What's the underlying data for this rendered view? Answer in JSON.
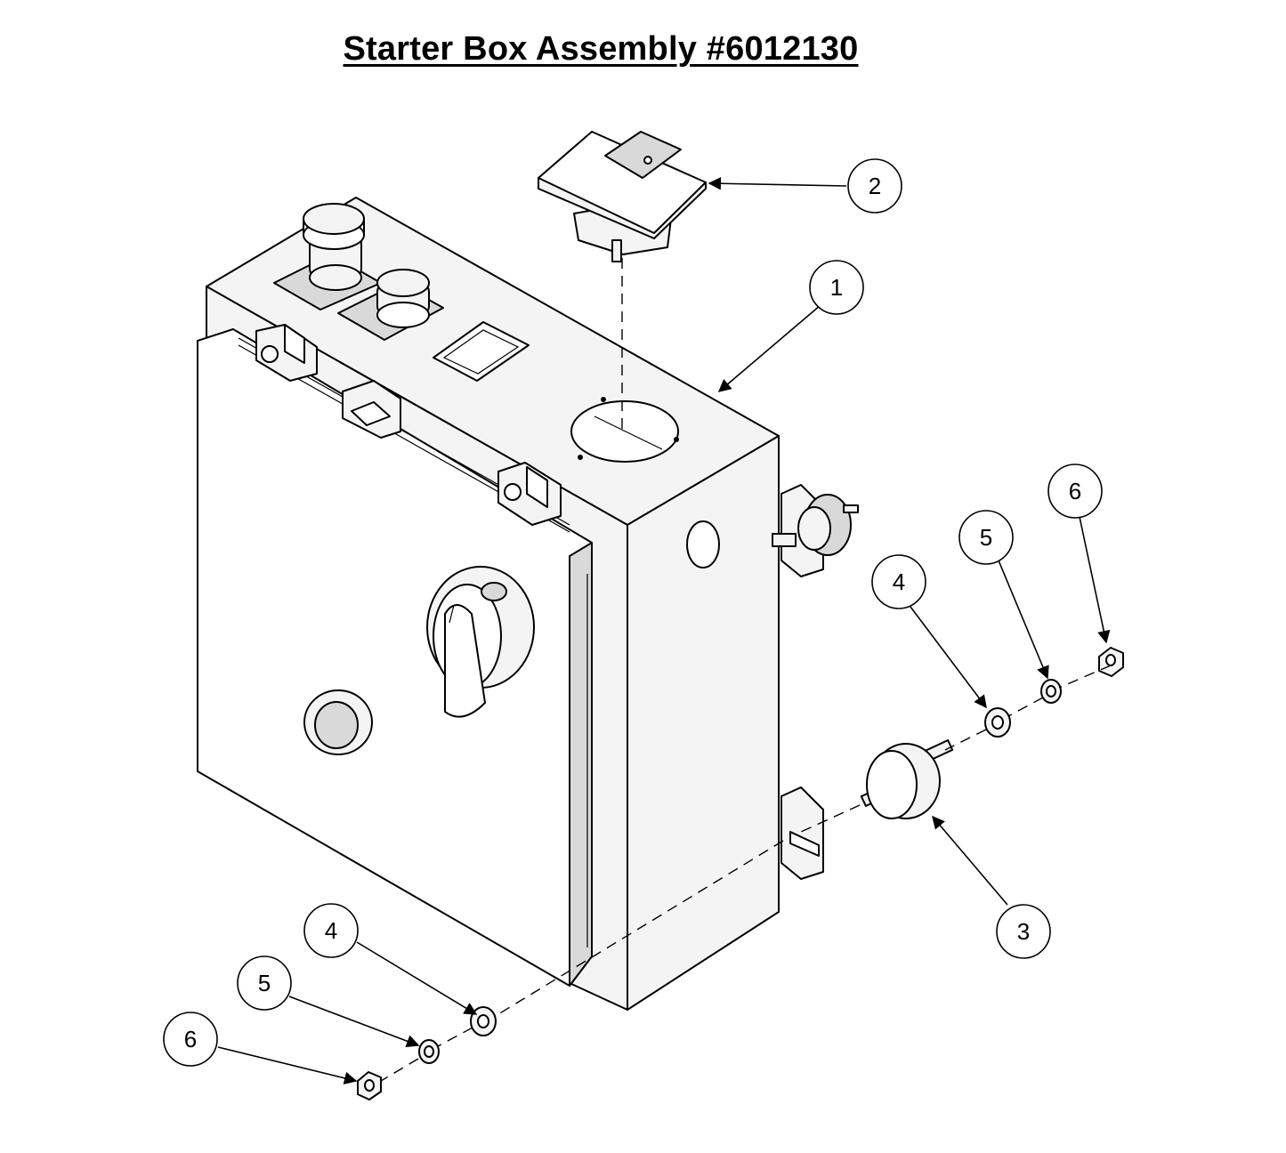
{
  "title": "Starter Box Assembly #6012130",
  "callouts": [
    {
      "id": "c1",
      "label": "1",
      "part": "enclosure"
    },
    {
      "id": "c2",
      "label": "2",
      "part": "cover-plate"
    },
    {
      "id": "c3",
      "label": "3",
      "part": "vibration-mount"
    },
    {
      "id": "c4a",
      "label": "4",
      "part": "washer"
    },
    {
      "id": "c5a",
      "label": "5",
      "part": "lock-washer"
    },
    {
      "id": "c6a",
      "label": "6",
      "part": "nut"
    },
    {
      "id": "c4b",
      "label": "4",
      "part": "washer"
    },
    {
      "id": "c5b",
      "label": "5",
      "part": "lock-washer"
    },
    {
      "id": "c6b",
      "label": "6",
      "part": "nut"
    }
  ]
}
